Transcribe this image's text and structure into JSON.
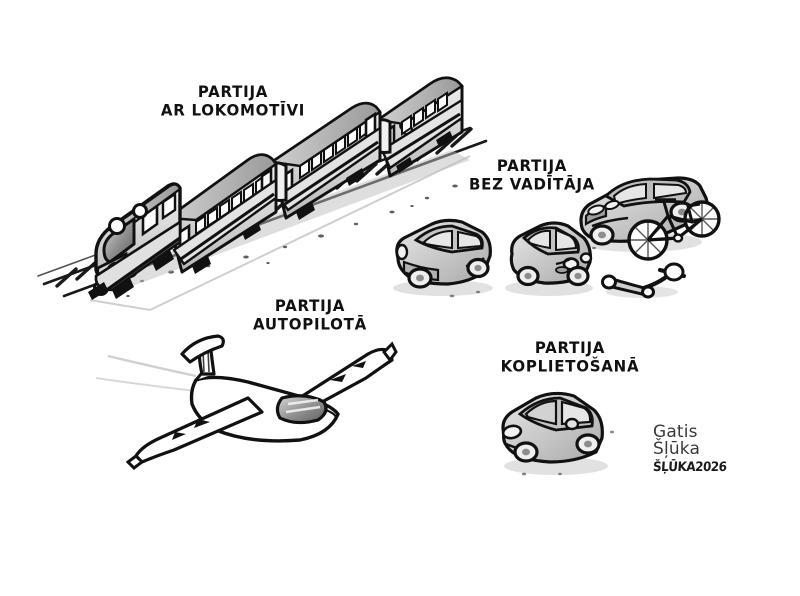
{
  "artwork": {
    "kind": "editorial-cartoon",
    "medium": "black-and-white ink drawing",
    "background_color": "#ffffff",
    "ink_color": "#111111",
    "shade_color": "#8a8a8a"
  },
  "captions": {
    "train": {
      "line1": "PARTIJA",
      "line2": "AR LOKOMOTĪVI"
    },
    "driverless": {
      "line1": "PARTIJA",
      "line2": "BEZ VADĪTĀJA"
    },
    "autopilot": {
      "line1": "PARTIJA",
      "line2": "AUTOPILOTĀ"
    },
    "sharing": {
      "line1": "PARTIJA",
      "line2": "KOPLIETOŠANĀ"
    }
  },
  "signature": {
    "name_line1": "Gatis",
    "name_line2": "Šļūka",
    "stamp": "ŠĻŪKA2026"
  },
  "scene": {
    "train": {
      "label": "passenger train with locomotive on rails",
      "carriages": 3,
      "locomotive": 1
    },
    "driverless_group": {
      "label": "parked vehicles with no driver",
      "items": [
        "hatchback-car",
        "small-city-car",
        "sedan-car",
        "bicycle",
        "fallen-e-scooter"
      ]
    },
    "autopilot": {
      "label": "glider sailplane in flight",
      "items": [
        "glider"
      ]
    },
    "sharing": {
      "label": "single shared car",
      "items": [
        "compact-car"
      ]
    }
  }
}
